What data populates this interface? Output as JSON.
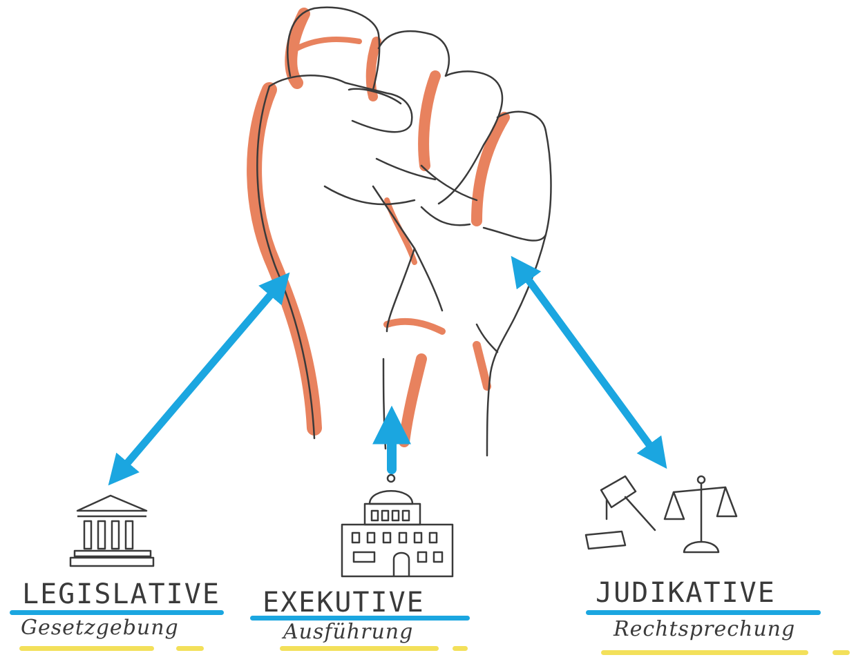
{
  "colors": {
    "pencil": "#3a3a3a",
    "fist_shading": "#e8825e",
    "arrow": "#1ba6e0",
    "title_underline": "#1ba6e0",
    "subtitle_underline": "#f3e05a"
  },
  "center_icon": "raised-fist-icon",
  "branches": [
    {
      "title": "LEGISLATIVE",
      "subtitle": "Gesetzgebung",
      "icon": "parliament-building-icon"
    },
    {
      "title": "EXEKUTIVE",
      "subtitle": "Ausführung",
      "icon": "government-building-icon"
    },
    {
      "title": "JUDIKATIVE",
      "subtitle": "Rechtsprechung",
      "icon": "gavel-and-scales-icon"
    }
  ]
}
